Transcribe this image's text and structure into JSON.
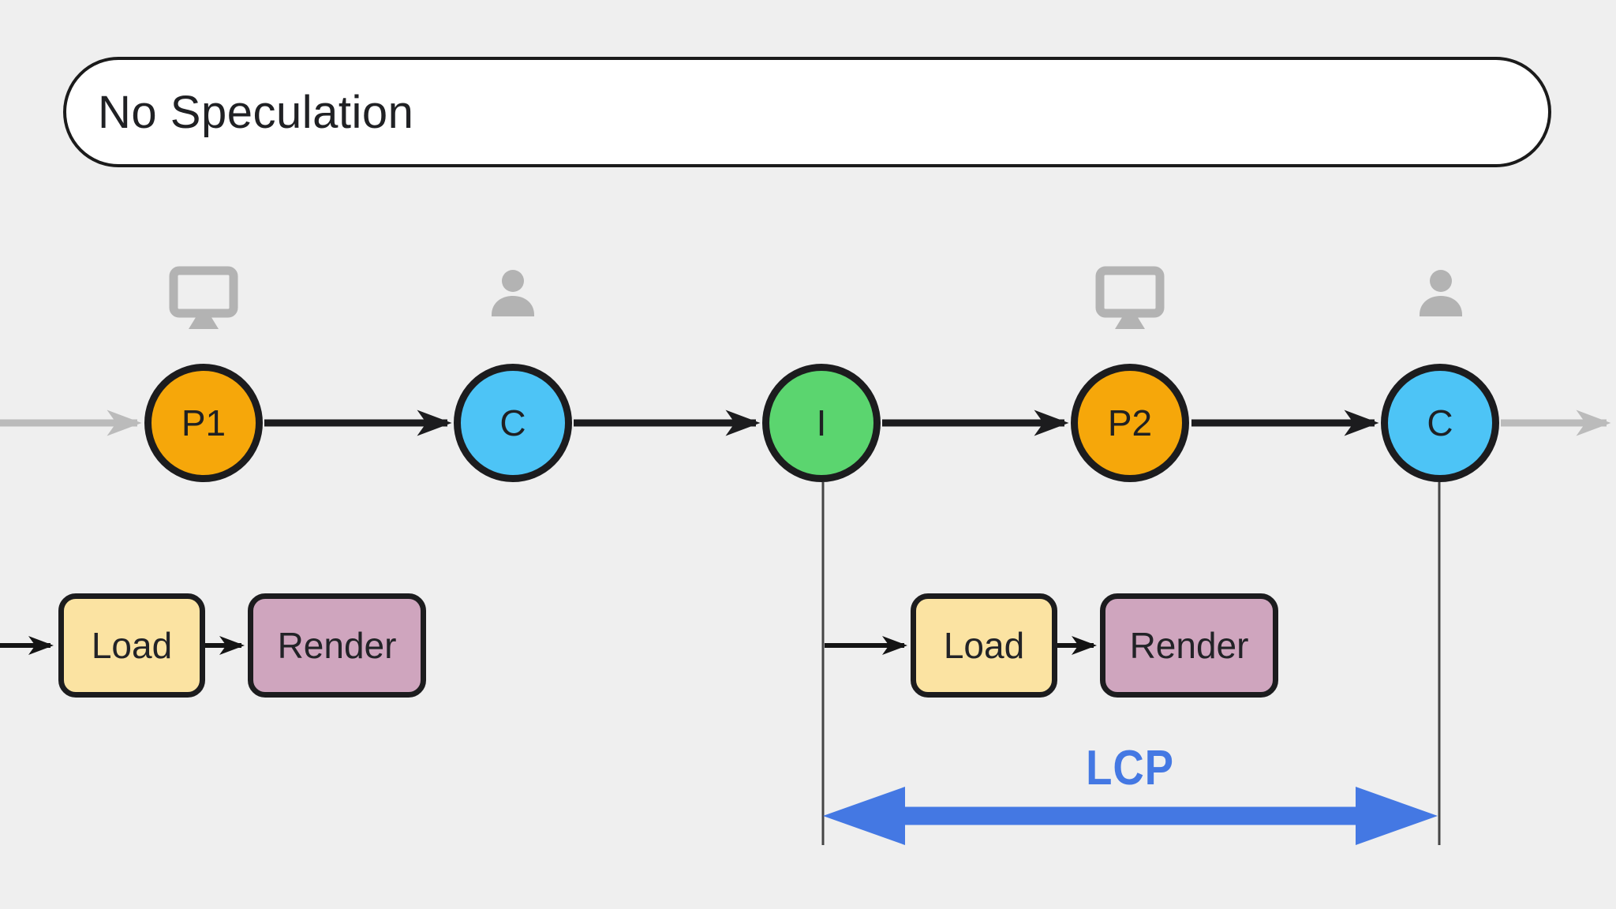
{
  "title": "No Speculation",
  "colors": {
    "background": "#EFEFEF",
    "orange": "#F6A70A",
    "blue": "#4DC4F6",
    "green": "#5BD56F",
    "yellow": "#FBE3A2",
    "mauve": "#CFA5BE",
    "icon_gray": "#B3B3B3",
    "arrow_gray": "#BBBBBB",
    "arrow_black": "#1C1C1E",
    "accent_blue": "#4478E3"
  },
  "timeline": {
    "nodes": [
      {
        "label": "P1",
        "color": "orange",
        "icon_above": "monitor-icon"
      },
      {
        "label": "C",
        "color": "blue",
        "icon_above": "person-icon"
      },
      {
        "label": "I",
        "color": "green",
        "icon_above": null
      },
      {
        "label": "P2",
        "color": "orange",
        "icon_above": "monitor-icon"
      },
      {
        "label": "C",
        "color": "blue",
        "icon_above": "person-icon"
      }
    ]
  },
  "task_groups": [
    {
      "boxes": [
        {
          "label": "Load",
          "color": "yellow"
        },
        {
          "label": "Render",
          "color": "mauve"
        }
      ]
    },
    {
      "boxes": [
        {
          "label": "Load",
          "color": "yellow"
        },
        {
          "label": "Render",
          "color": "mauve"
        }
      ]
    }
  ],
  "lcp": {
    "label": "LCP"
  }
}
